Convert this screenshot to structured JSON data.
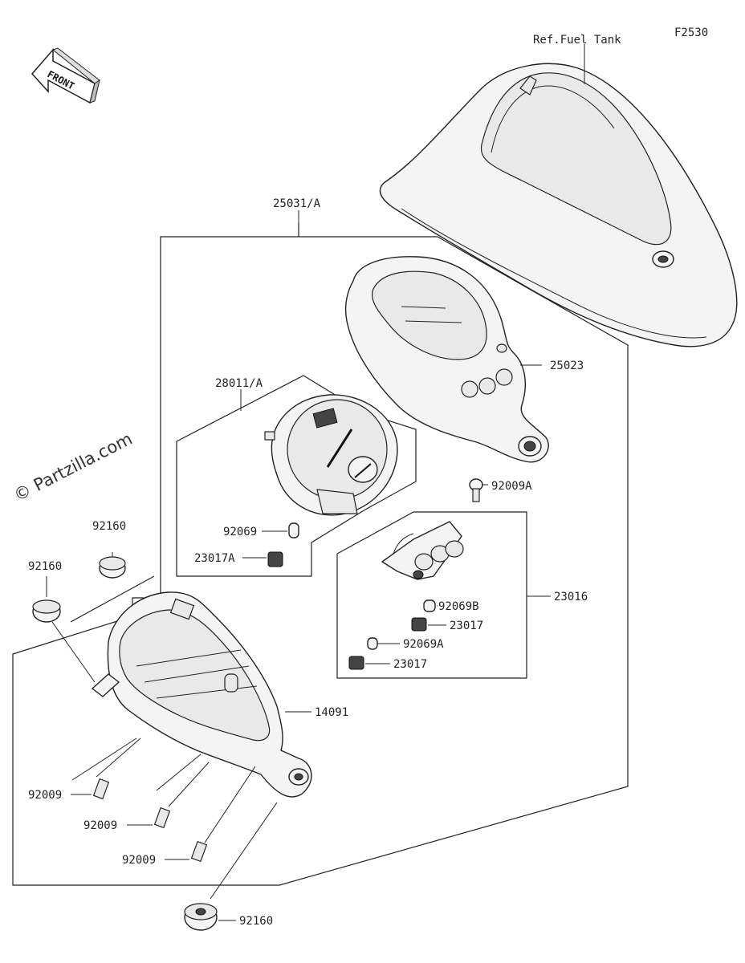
{
  "figure_code": "F2530",
  "watermark": "© Partzilla.com",
  "front_arrow": {
    "label": "FRONT",
    "icon": "front-arrow-icon"
  },
  "callouts": {
    "ref_fuel_tank": "Ref.Fuel Tank",
    "p25031A": "25031/A",
    "p25023": "25023",
    "p28011A": "28011/A",
    "p92009A": "92009A",
    "p92069": "92069",
    "p23017A": "23017A",
    "p23016": "23016",
    "p92069B": "92069B",
    "p23017a": "23017",
    "p92069A": "92069A",
    "p23017b": "23017",
    "p92160a": "92160",
    "p92160b": "92160",
    "p14091": "14091",
    "p92009a": "92009",
    "p92009b": "92009",
    "p92009c": "92009",
    "p92160c": "92160"
  },
  "colors": {
    "line": "#222222",
    "background": "#ffffff"
  }
}
